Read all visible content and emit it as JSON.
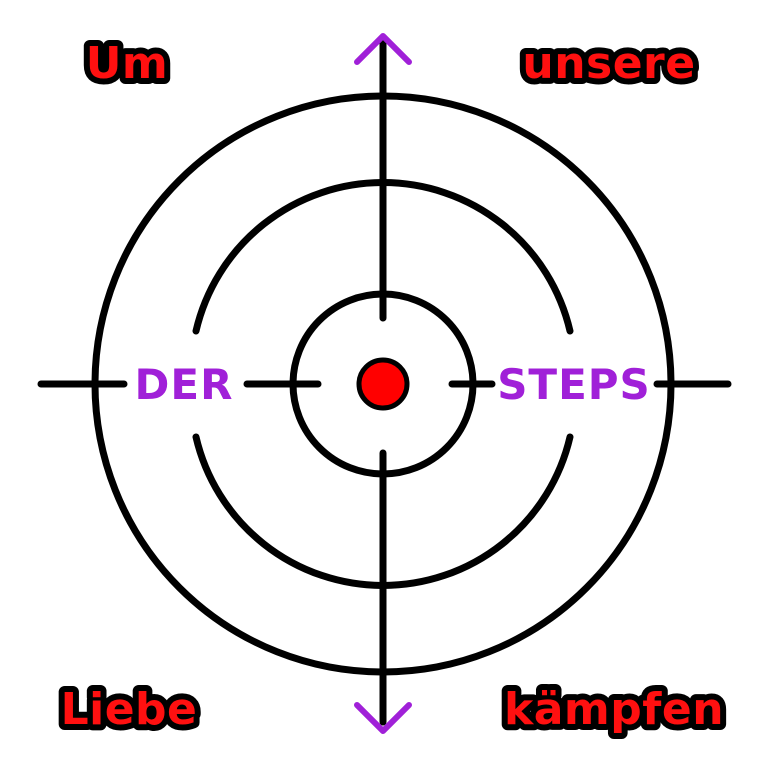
{
  "corner_texts": {
    "top_left": "Um",
    "top_right": "unsere",
    "bottom_left": "Liebe",
    "bottom_right": "kämpfen"
  },
  "side_texts": {
    "left": "DER",
    "right": "STEPS"
  },
  "icons": {
    "top_arrow": "chevron-up-icon",
    "bottom_arrow": "chevron-down-icon",
    "target": "crosshair-target-icon",
    "center_dot": "red-dot-icon"
  },
  "colors": {
    "background": "#ffffff",
    "lines": "#000000",
    "corner_text_fill": "#ff1010",
    "corner_text_outline": "#000000",
    "side_text": "#a020d8",
    "arrows": "#a020d8",
    "center_dot": "#ff0000"
  }
}
